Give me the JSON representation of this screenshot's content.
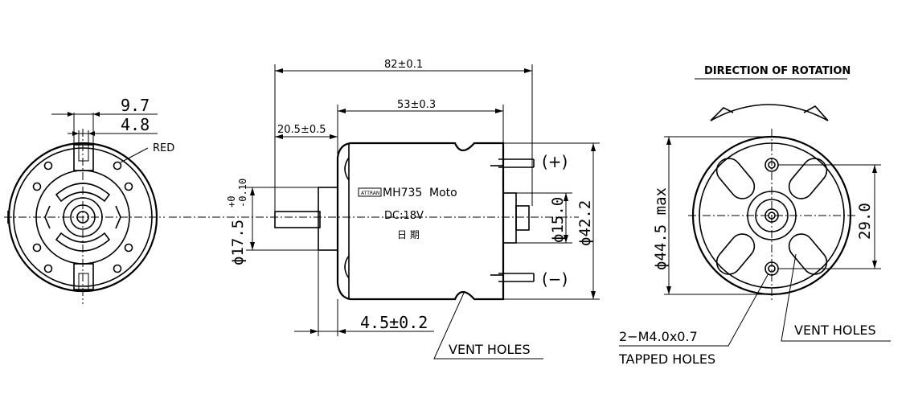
{
  "dimensions": {
    "overall_length": "82±0.1",
    "body_length": "53±0.3",
    "shaft_length": "20.5±0.5",
    "boss_length": "4.5±0.2",
    "boss_diameter_main": "ϕ17.5",
    "boss_tol_upper": "+0",
    "boss_tol_lower": "-0.10",
    "bearing_diameter": "ϕ15.0",
    "can_diameter": "ϕ42.2",
    "max_diameter": "ϕ44.5 max",
    "hole_spacing": "29.0",
    "terminal_spacing": "9.7",
    "terminal_width": "4.8"
  },
  "labels": {
    "red": "RED",
    "direction": "DIRECTION OF ROTATION",
    "plus": "(+)",
    "minus": "(−)",
    "vent_holes_side": "VENT HOLES",
    "vent_holes_front": "VENT HOLES",
    "tapped_line1": "2−M4.0x0.7",
    "tapped_line2": "TAPPED HOLES"
  },
  "body_label": {
    "model": "MH735",
    "brand": "Moto",
    "voltage": "DC:18V",
    "date": "日 期",
    "logo": "ATTRAN"
  }
}
